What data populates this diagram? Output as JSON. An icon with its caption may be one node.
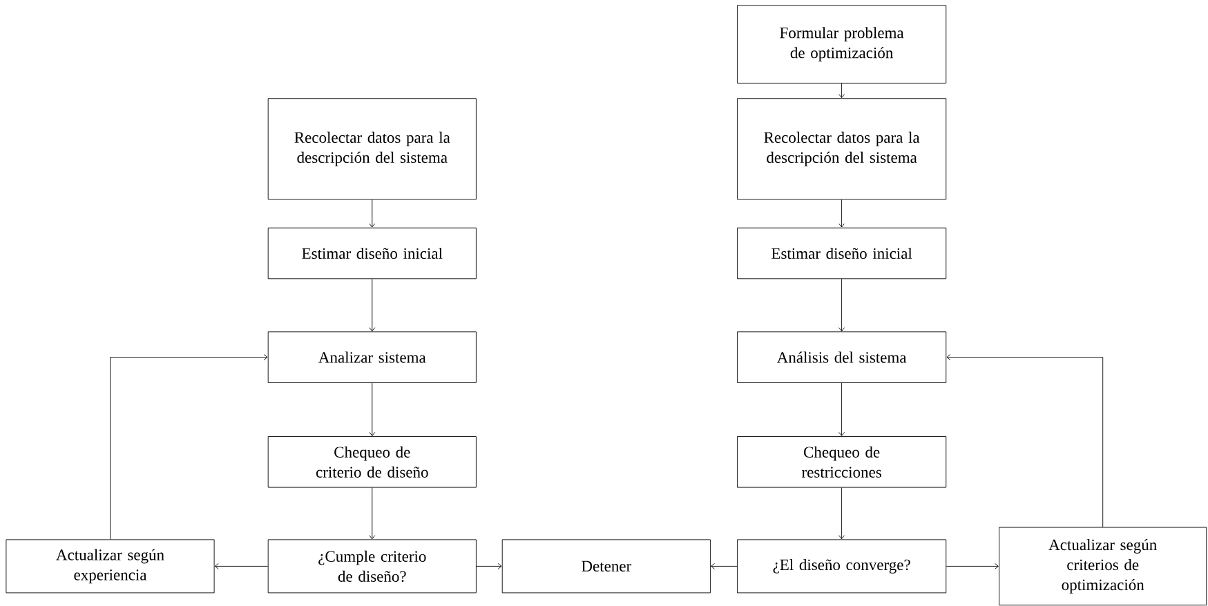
{
  "diagram": {
    "nodes": [
      {
        "text": [
          "Formular problema de optimización"
        ]
      },
      {
        "text": [
          "Recolectar datos para la descripción del sistema"
        ]
      },
      {
        "text": [
          "Recolectar datos para la descripción del sistema"
        ]
      },
      {
        "text": [
          "Estimar diseño inicial"
        ]
      },
      {
        "text": [
          "Estimar diseño inicial"
        ]
      },
      {
        "text": [
          "Analizar sistema"
        ]
      },
      {
        "text": [
          "Análisis del sistema"
        ]
      },
      {
        "text": [
          "Chequeo de criterio de diseño"
        ]
      },
      {
        "text": [
          "Chequeo de restricciones"
        ]
      },
      {
        "text": [
          "Actualizar según experiencia"
        ]
      },
      {
        "text": [
          "¿Cumple criterio de diseño?"
        ]
      },
      {
        "text": [
          "Detener"
        ]
      },
      {
        "text": [
          "¿El diseño converge?"
        ]
      },
      {
        "text": [
          "Actualizar según criterios de optimización"
        ]
      }
    ],
    "edges": [
      {
        "from": 0,
        "to": 2,
        "arrow": "to"
      },
      {
        "from": 1,
        "to": 3,
        "arrow": "to"
      },
      {
        "from": 2,
        "to": 4,
        "arrow": "to"
      },
      {
        "from": 3,
        "to": 5,
        "arrow": "to"
      },
      {
        "from": 4,
        "to": 6,
        "arrow": "to"
      },
      {
        "from": 5,
        "to": 7,
        "arrow": "to"
      },
      {
        "from": 6,
        "to": 8,
        "arrow": "to"
      },
      {
        "from": 7,
        "to": 10,
        "arrow": "to"
      },
      {
        "from": 8,
        "to": 12,
        "arrow": "to"
      },
      {
        "from": 10,
        "to": 9,
        "arrow": "to"
      },
      {
        "from": 10,
        "to": 11,
        "arrow": "to"
      },
      {
        "from": 12,
        "to": 11,
        "arrow": "to"
      },
      {
        "from": 12,
        "to": 13,
        "arrow": "to"
      },
      {
        "from": 9,
        "to": 5,
        "arrow": "to"
      },
      {
        "from": 13,
        "to": 6,
        "arrow": "to"
      }
    ]
  }
}
